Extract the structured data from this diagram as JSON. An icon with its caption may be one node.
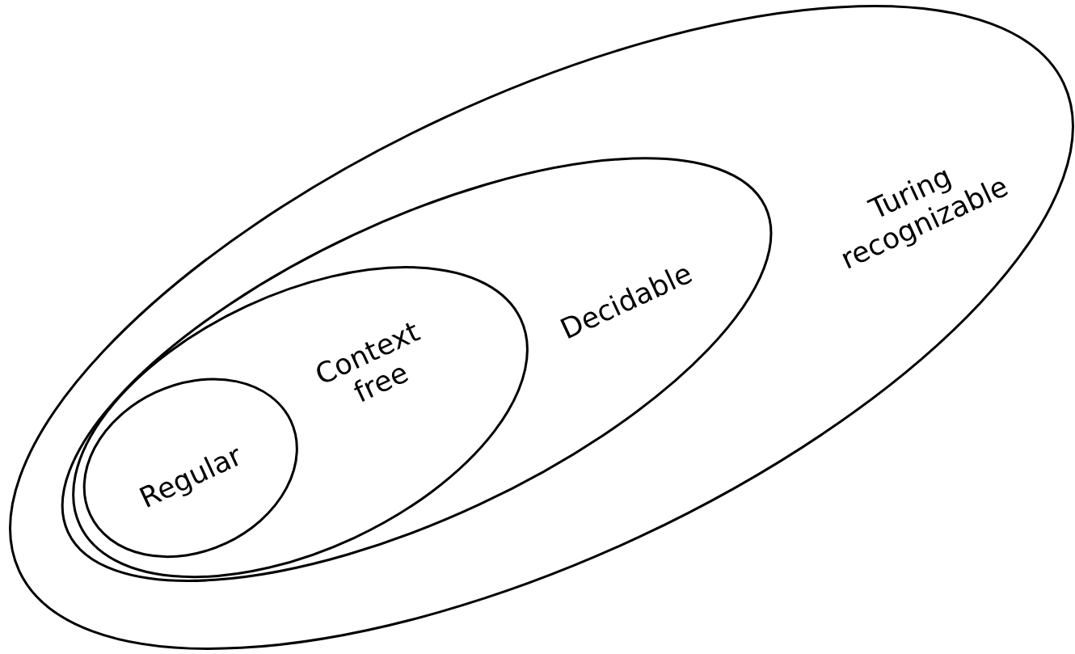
{
  "diagram": {
    "nodes": [
      {
        "text": [
          "Turing recognizable"
        ]
      },
      {
        "text": [
          "Decidable"
        ],
        "in": 0
      },
      {
        "text": [
          "Context free"
        ],
        "in": 1
      },
      {
        "text": [
          "Regular"
        ],
        "in": 2
      }
    ]
  }
}
